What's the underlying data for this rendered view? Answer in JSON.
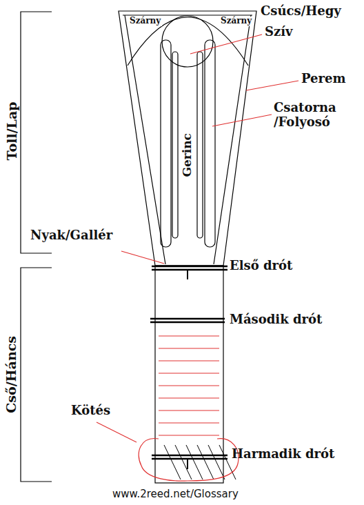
{
  "diagram": {
    "labels": [
      "Toll/Lap",
      "Szárny",
      "Szárny",
      "Csúcs/Hegy",
      "Szív",
      "Perem",
      "Csatorna /Folyosó",
      "Gerinc",
      "Nyak/Gallér",
      "Első drót",
      "Második drót",
      "Cső/Háncs",
      "Kötés",
      "Harmadik drót",
      "www.2reed.net/Glossary"
    ]
  }
}
